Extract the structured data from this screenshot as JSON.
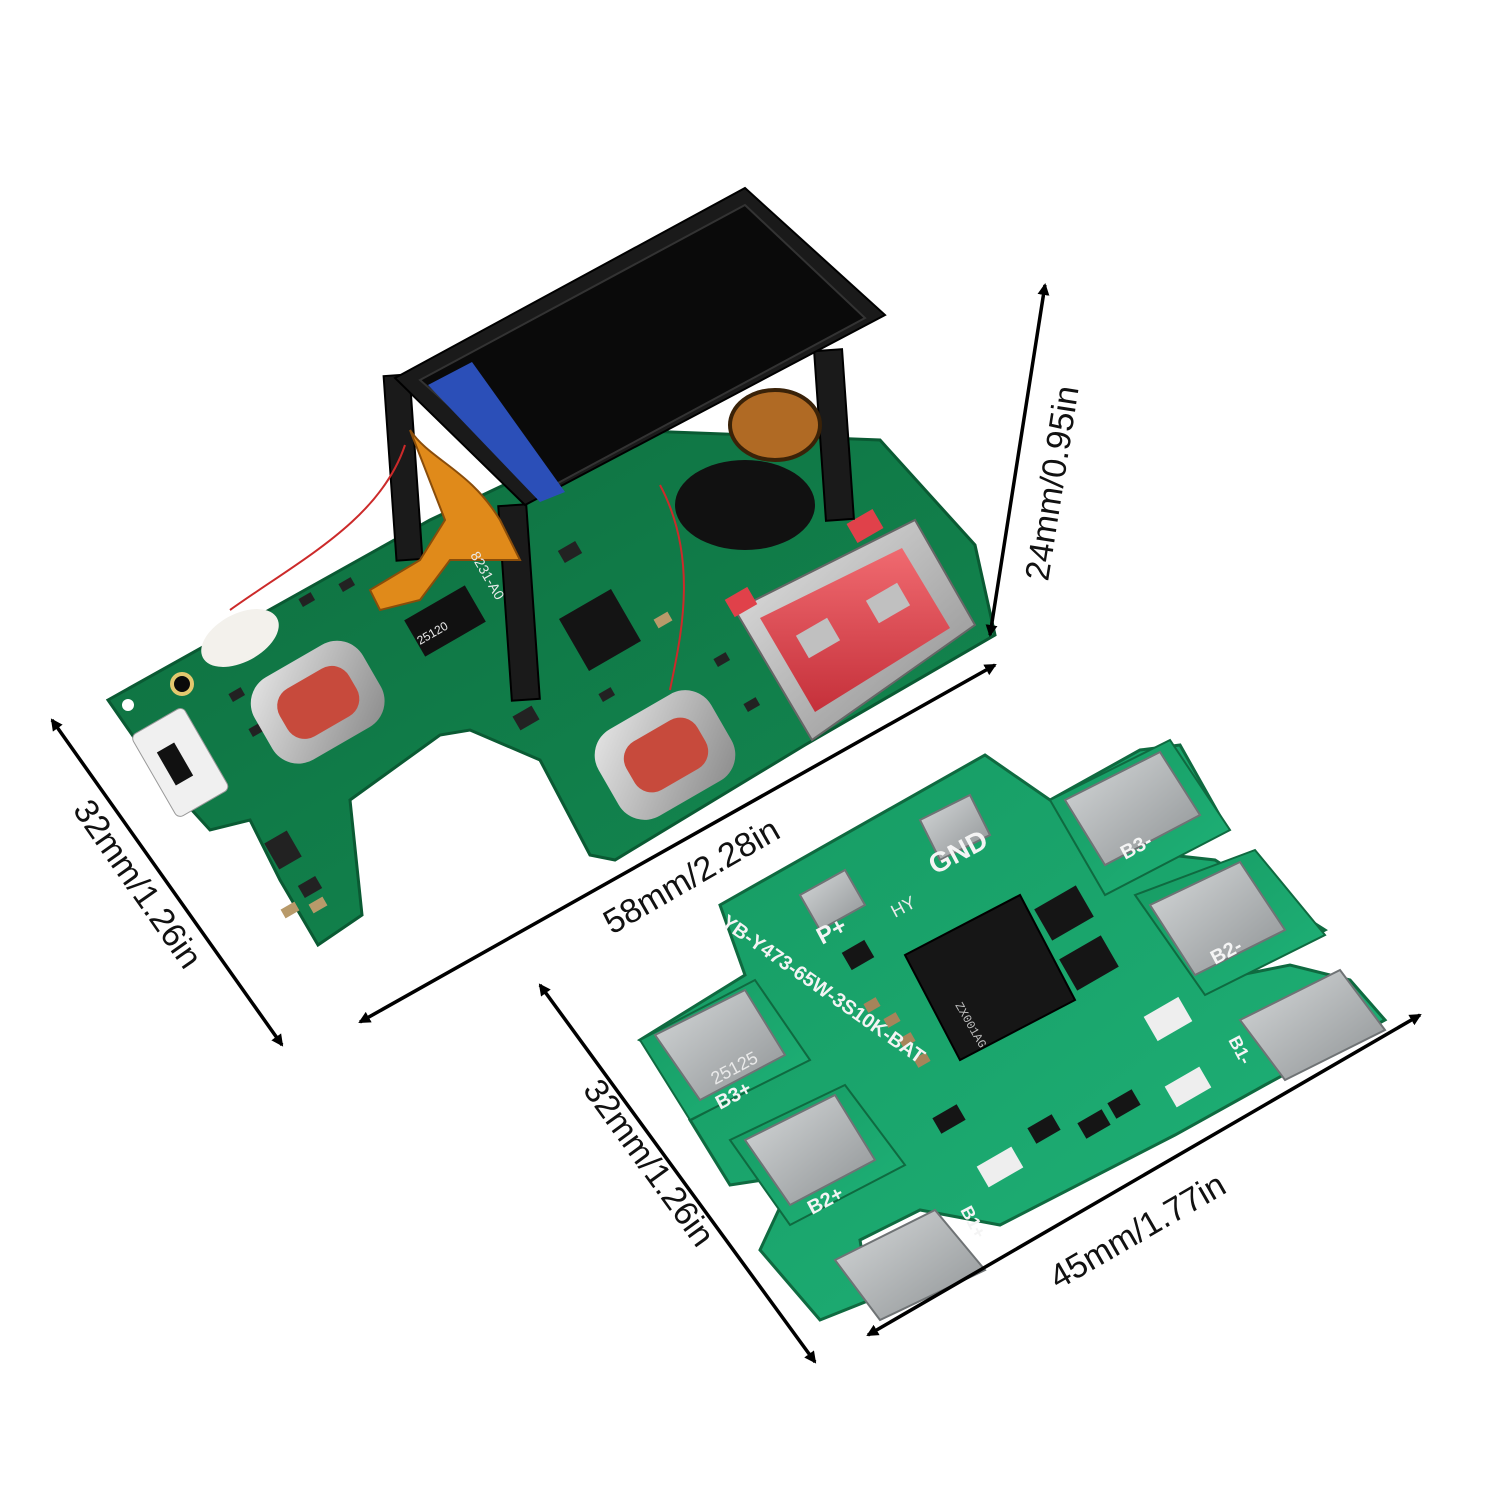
{
  "colors": {
    "background": "#ffffff",
    "pcb_green_top": "#0f7a46",
    "pcb_green_bottom": "#16a06a",
    "arrow": "#000000",
    "screen": "#0b0b0b",
    "ribbon": "#e08a1a",
    "usb_red": "#e0414a",
    "pad_silver": "#b8bcbe"
  },
  "dimensions": {
    "top_board_height": "24mm/0.95in",
    "top_board_width": "58mm/2.28in",
    "top_board_depth": "32mm/1.26in",
    "bms_board_depth": "32mm/1.26in",
    "bms_board_width": "45mm/1.77in"
  },
  "top_board_markings": {
    "chip_label": "8231-A0",
    "codes": "25120"
  },
  "bms_board": {
    "model": "YB-Y473-65W-3S10K-BAT",
    "gnd": "GND",
    "pplus": "P+",
    "hy": "HY",
    "b3minus": "B3-",
    "b2minus": "B2-",
    "b3plus": "B3+",
    "b2plus": "B2+",
    "b1plus": "B1+",
    "b1minus": "B1-",
    "code": "25125",
    "chip": "ZX001AG"
  }
}
